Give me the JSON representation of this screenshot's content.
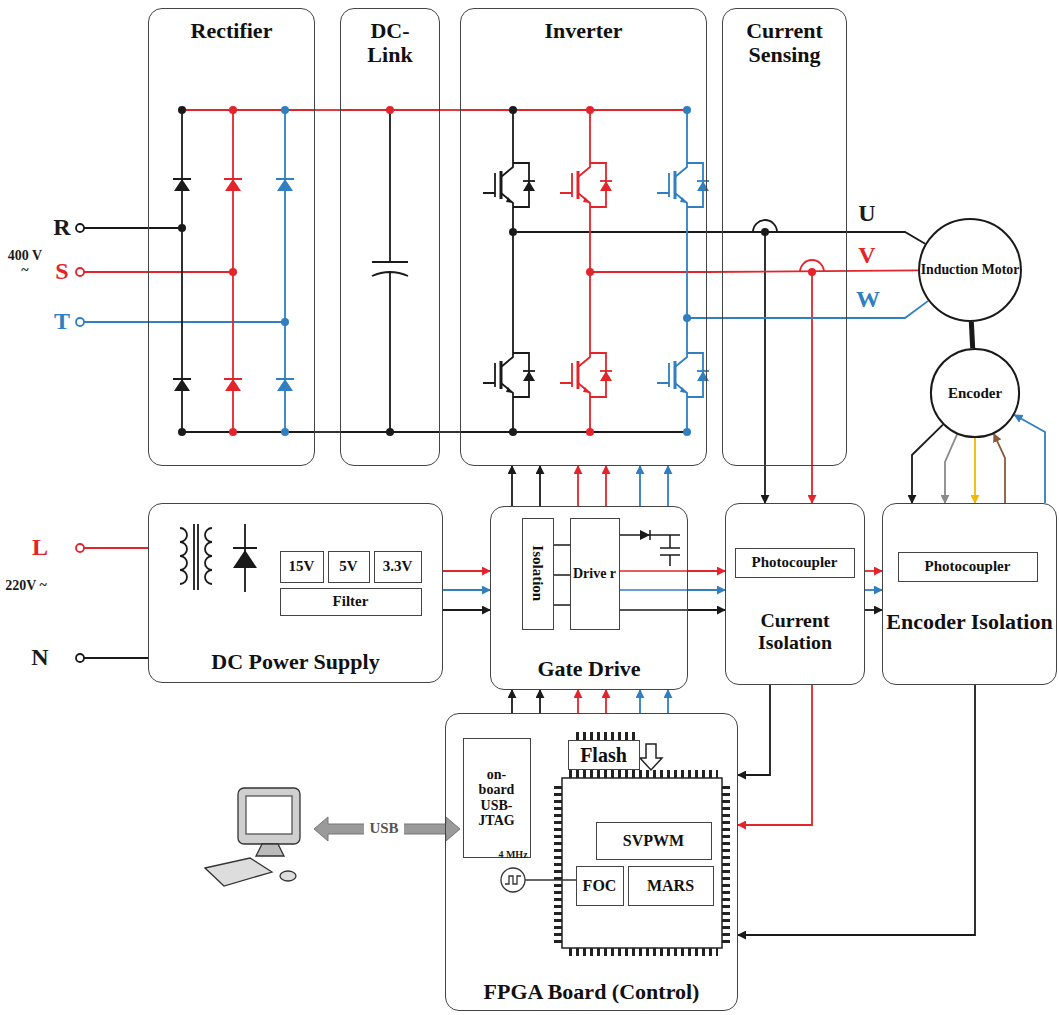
{
  "diagram": {
    "nodes": [
      {
        "text": [
          "Rectifier"
        ]
      },
      {
        "text": [
          "DC- Link"
        ]
      },
      {
        "text": [
          "Inverter"
        ]
      },
      {
        "text": [
          "Current Sensing"
        ]
      },
      {
        "text": [
          "Induction Motor"
        ]
      },
      {
        "text": [
          "Encoder"
        ]
      },
      {
        "text": [
          "DC Power Supply"
        ]
      },
      {
        "text": [
          "15V"
        ],
        "in": 6
      },
      {
        "text": [
          "5V"
        ],
        "in": 6
      },
      {
        "text": [
          "3.3V"
        ],
        "in": 6
      },
      {
        "text": [
          "Filter"
        ],
        "in": 6
      },
      {
        "text": [
          "Gate Drive"
        ]
      },
      {
        "text": [
          "Isolation"
        ],
        "in": 11
      },
      {
        "text": [
          "Drive r"
        ],
        "in": 11
      },
      {
        "text": [
          "Current Isolation"
        ]
      },
      {
        "text": [
          "Photocoupler"
        ],
        "in": 14
      },
      {
        "text": [
          "Encoder Isolation"
        ]
      },
      {
        "text": [
          "Photocoupler"
        ],
        "in": 16
      },
      {
        "text": [
          "FPGA Board (Control)"
        ]
      },
      {
        "text": [
          "on- board USB- JTAG"
        ],
        "in": 18
      },
      {
        "text": [
          "Flash"
        ],
        "in": 18
      },
      {
        "text": [
          "SVPWM"
        ],
        "in": 18
      },
      {
        "text": [
          "FOC"
        ],
        "in": 18
      },
      {
        "text": [
          "MARS"
        ],
        "in": 18
      }
    ],
    "edges": [
      {
        "from": 0,
        "to": 1,
        "arrow": "none"
      },
      {
        "from": 0,
        "to": 1,
        "arrow": "none"
      },
      {
        "from": 1,
        "to": 2,
        "arrow": "none"
      },
      {
        "from": 1,
        "to": 2,
        "arrow": "none"
      },
      {
        "from": 2,
        "to": 4,
        "arrow": "none"
      },
      {
        "from": 2,
        "to": 4,
        "arrow": "none"
      },
      {
        "from": 2,
        "to": 4,
        "arrow": "none"
      },
      {
        "from": 4,
        "to": 5,
        "arrow": "none"
      },
      {
        "from": 5,
        "to": 16,
        "arrow": "to"
      },
      {
        "from": 5,
        "to": 16,
        "arrow": "to"
      },
      {
        "from": 5,
        "to": 16,
        "arrow": "to"
      },
      {
        "from": 16,
        "to": 5,
        "arrow": "to"
      },
      {
        "from": 16,
        "to": 5,
        "arrow": "to"
      },
      {
        "from": 3,
        "to": 14,
        "arrow": "to"
      },
      {
        "from": 3,
        "to": 14,
        "arrow": "to"
      },
      {
        "from": 6,
        "to": 11,
        "arrow": "to"
      },
      {
        "from": 6,
        "to": 11,
        "arrow": "to"
      },
      {
        "from": 6,
        "to": 11,
        "arrow": "to"
      },
      {
        "from": 11,
        "to": 14,
        "arrow": "to"
      },
      {
        "from": 11,
        "to": 14,
        "arrow": "to"
      },
      {
        "from": 11,
        "to": 14,
        "arrow": "to"
      },
      {
        "from": 14,
        "to": 16,
        "arrow": "to"
      },
      {
        "from": 14,
        "to": 16,
        "arrow": "to"
      },
      {
        "from": 14,
        "to": 16,
        "arrow": "to"
      },
      {
        "from": 11,
        "to": 2,
        "arrow": "to"
      },
      {
        "from": 11,
        "to": 2,
        "arrow": "to"
      },
      {
        "from": 11,
        "to": 2,
        "arrow": "to"
      },
      {
        "from": 11,
        "to": 2,
        "arrow": "to"
      },
      {
        "from": 11,
        "to": 2,
        "arrow": "to"
      },
      {
        "from": 11,
        "to": 2,
        "arrow": "to"
      },
      {
        "from": 18,
        "to": 11,
        "arrow": "to"
      },
      {
        "from": 18,
        "to": 11,
        "arrow": "to"
      },
      {
        "from": 18,
        "to": 11,
        "arrow": "to"
      },
      {
        "from": 18,
        "to": 11,
        "arrow": "to"
      },
      {
        "from": 18,
        "to": 11,
        "arrow": "to"
      },
      {
        "from": 18,
        "to": 11,
        "arrow": "to"
      },
      {
        "from": 14,
        "to": 18,
        "arrow": "to"
      },
      {
        "from": 14,
        "to": 18,
        "arrow": "to"
      },
      {
        "from": 16,
        "to": 18,
        "arrow": "to"
      }
    ],
    "labels": [
      "400 V ~",
      "R",
      "S",
      "T",
      "U",
      "V",
      "W",
      "L",
      "220V ~",
      "N",
      "USB",
      "4 MHz"
    ]
  }
}
